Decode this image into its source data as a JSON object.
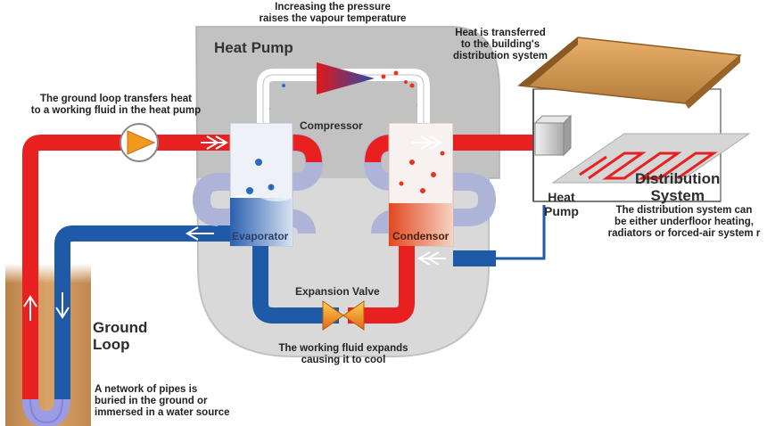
{
  "diagram": {
    "title": "Heat Pump",
    "compressor": "Compressor",
    "evaporator": "Evaporator",
    "condensor": "Condensor",
    "expansion_valve": "Expansion Valve",
    "ground_loop": [
      "Ground",
      "Loop"
    ],
    "distribution_system": [
      "Distribution",
      "System"
    ],
    "indoor_unit": [
      "Heat",
      "Pump"
    ]
  },
  "notes": {
    "pressure": [
      "Increasing the pressure",
      "raises the vapour temperature"
    ],
    "ground_transfer": [
      "The ground loop transfers heat",
      "to a working fluid in the heat pump"
    ],
    "building_transfer": [
      "Heat is transferred",
      "to the building's",
      "distribution system"
    ],
    "fluid_expands": [
      "The working fluid expands",
      "causing it to cool"
    ],
    "pipes": [
      "A network of pipes is",
      "buried in the ground or",
      "immersed in a water source"
    ],
    "distribution_options": [
      "The distribution system can",
      "be either underfloor heating,",
      "radiators or forced-air system r"
    ]
  },
  "colors": {
    "hot": "#e8201f",
    "cold": "#1f5aa8",
    "coil": "#aeb3d8",
    "housing": "#d6d6d6",
    "soil": "#c9935a"
  }
}
